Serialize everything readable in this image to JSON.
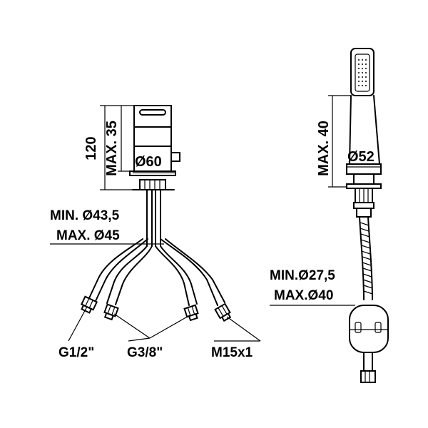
{
  "labels": {
    "height_total": "120",
    "height_max_left": "MAX. 35",
    "diameter_left": "Ø60",
    "hole_min_left": "MIN. Ø43,5",
    "hole_max_left": "MAX. Ø45",
    "connection_g12": "G1/2\"",
    "connection_g38": "G3/8\"",
    "connection_m15": "M15x1",
    "height_max_right": "MAX. 40",
    "diameter_right": "Ø52",
    "hole_min_right": "MIN.Ø27,5",
    "hole_max_right": "MAX.Ø40"
  }
}
